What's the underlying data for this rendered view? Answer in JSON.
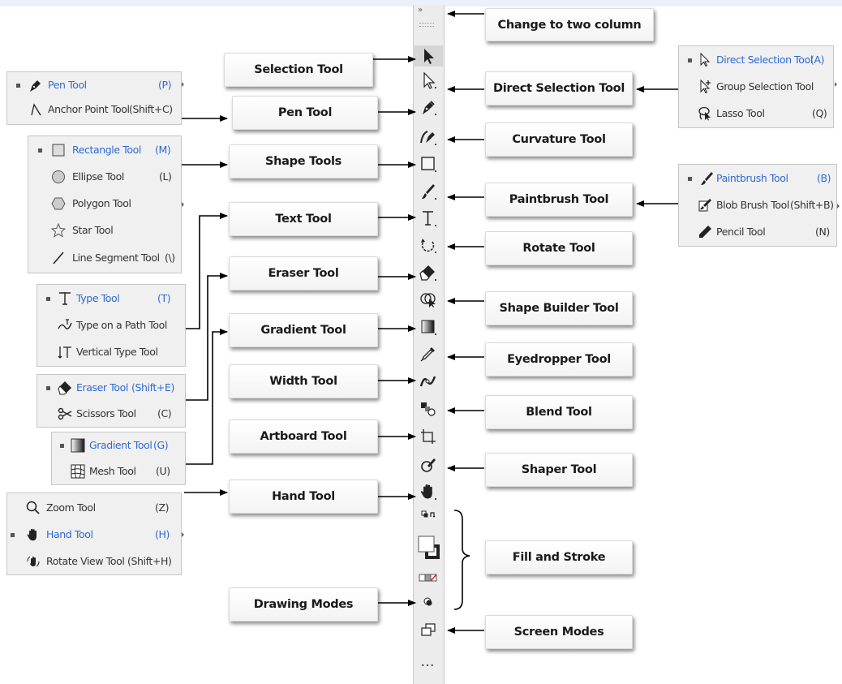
{
  "labels": {
    "change_two_column": "Change to two column",
    "selection_tool": "Selection Tool",
    "direct_selection_tool": "Direct Selection Tool",
    "pen_tool": "Pen Tool",
    "curvature_tool": "Curvature Tool",
    "shape_tools": "Shape Tools",
    "paintbrush_tool": "Paintbrush Tool",
    "text_tool": "Text Tool",
    "rotate_tool": "Rotate Tool",
    "eraser_tool": "Eraser Tool",
    "shape_builder_tool": "Shape Builder Tool",
    "gradient_tool": "Gradient Tool",
    "eyedropper_tool": "Eyedropper Tool",
    "width_tool": "Width Tool",
    "blend_tool": "Blend Tool",
    "artboard_tool": "Artboard Tool",
    "shaper_tool": "Shaper Tool",
    "hand_tool": "Hand Tool",
    "fill_and_stroke": "Fill and Stroke",
    "drawing_modes": "Drawing Modes",
    "screen_modes": "Screen Modes"
  },
  "toolbar": {
    "collapse_glyph": "»",
    "more_glyph": "•••"
  },
  "panels": {
    "pen": [
      {
        "name": "Pen Tool",
        "key": "(P)",
        "active": true
      },
      {
        "name": "Anchor Point Tool",
        "key": "(Shift+C)",
        "active": false
      }
    ],
    "shape": [
      {
        "name": "Rectangle Tool",
        "key": "(M)",
        "active": true
      },
      {
        "name": "Ellipse Tool",
        "key": "(L)",
        "active": false
      },
      {
        "name": "Polygon Tool",
        "key": "",
        "active": false
      },
      {
        "name": "Star Tool",
        "key": "",
        "active": false
      },
      {
        "name": "Line Segment Tool",
        "key": "(\\)",
        "active": false
      }
    ],
    "type": [
      {
        "name": "Type Tool",
        "key": "(T)",
        "active": true
      },
      {
        "name": "Type on a Path Tool",
        "key": "",
        "active": false
      },
      {
        "name": "Vertical Type Tool",
        "key": "",
        "active": false
      }
    ],
    "eraser": [
      {
        "name": "Eraser Tool",
        "key": "(Shift+E)",
        "active": true
      },
      {
        "name": "Scissors Tool",
        "key": "(C)",
        "active": false
      }
    ],
    "gradient": [
      {
        "name": "Gradient Tool",
        "key": "(G)",
        "active": true
      },
      {
        "name": "Mesh Tool",
        "key": "(U)",
        "active": false
      }
    ],
    "hand": [
      {
        "name": "Zoom Tool",
        "key": "(Z)",
        "active": false
      },
      {
        "name": "Hand Tool",
        "key": "(H)",
        "active": true
      },
      {
        "name": "Rotate View Tool",
        "key": "(Shift+H)",
        "active": false
      }
    ],
    "direct": [
      {
        "name": "Direct Selection Tool",
        "key": "(A)",
        "active": true
      },
      {
        "name": "Group Selection Tool",
        "key": "",
        "active": false
      },
      {
        "name": "Lasso Tool",
        "key": "(Q)",
        "active": false
      }
    ],
    "paintbrush": [
      {
        "name": "Paintbrush Tool",
        "key": "(B)",
        "active": true
      },
      {
        "name": "Blob Brush Tool",
        "key": "(Shift+B)",
        "active": false
      },
      {
        "name": "Pencil Tool",
        "key": "(N)",
        "active": false
      }
    ]
  },
  "colors": {
    "active_text": "#2f6bd4",
    "toolbar_bg": "#ececec",
    "panel_bg": "#f0f0f0",
    "arrow": "#000000"
  }
}
